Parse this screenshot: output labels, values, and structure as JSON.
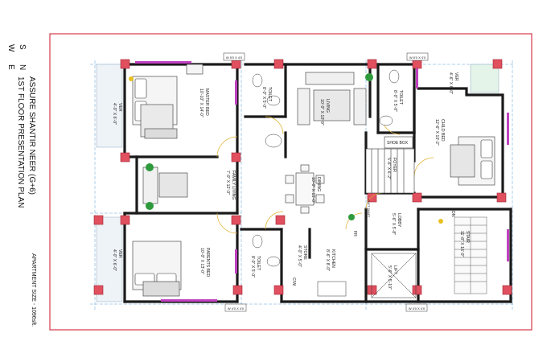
{
  "compass": {
    "w": "W",
    "s": "S",
    "n": "N",
    "e": "E"
  },
  "sheet": {
    "title": "ASSURE SHANTIR NEER (G+6)",
    "subtitle": "1ST FLOOR PRESENTATION PLAN",
    "apartment_size": "APARTMENT SIZE - 1096sft."
  },
  "rooms": {
    "master_bed": {
      "name": "MASTER BED",
      "dim": "10'-10\" X 14'-0\""
    },
    "toilet_top_left": {
      "name": "TOILET",
      "dim": "8'-0\" X 5'-0\""
    },
    "living": {
      "name": "LIVING",
      "dim": "10'-0\" X 10'-9\""
    },
    "toilet_top_right": {
      "name": "TOILET",
      "dim": "8'-0\" X 5'-0\""
    },
    "ver_top_right": {
      "name": "VER",
      "dim": "4'-6\" X 6'-0\""
    },
    "child_bed": {
      "name": "CHILD BED",
      "dim": "12'-6\" X 10'-2\""
    },
    "shoe_box": {
      "name": "SHOE BOX"
    },
    "foyer": {
      "name": "FOYER",
      "dim": "5'-6\" X 6'-2\""
    },
    "ver_left_top": {
      "name": "VER",
      "dim": "4'-0\" X 6'-0\""
    },
    "family_living": {
      "name": "FAMILY LIVING",
      "dim": "7'-0\" X 12'-0\""
    },
    "dining": {
      "name": "DINING",
      "dim": "10'-0\" X 15'-0\""
    },
    "lobby": {
      "name": "LOBBY",
      "dim": "5'-6\" X 5'-8\""
    },
    "stair": {
      "name": "STAIR",
      "dim": "11'-8\" X 16'-0\""
    },
    "dn": {
      "name": "DN"
    },
    "ver_left_bottom": {
      "name": "VER",
      "dim": "4'-0\" X 6'-0\""
    },
    "parents_bed": {
      "name": "PARENTS BED",
      "dim": "10'-0\" X 13'-0\""
    },
    "toilet_bottom": {
      "name": "TOILET",
      "dim": "8'-0\" X 5'-0\""
    },
    "store": {
      "name": "STORE",
      "dim": "4'-0\" X 5'-0\""
    },
    "cw": {
      "name": "C/W"
    },
    "kitchen": {
      "name": "KITCHEN",
      "dim": "8'-6\" X 8'-0\""
    },
    "lift": {
      "name": "LIFT",
      "dim": "5'-6\" X 5'-10\""
    },
    "fr": {
      "name": "FR"
    },
    "shaft": {
      "name": "DUCT SHAFT"
    }
  },
  "window_tags": [
    "W 5'0 X 4'0",
    "W 5'0 X 4'0",
    "W 4'0 X 4'0",
    "W 4'0 X 4'0"
  ],
  "colors": {
    "border": "#d63a4a",
    "wall": "#1a1a1a",
    "column": "#e0505f",
    "door_arc": "#e0b030",
    "grid": "#5aa0d8",
    "window": "#c040c0",
    "plant": "#2e9a3c"
  }
}
